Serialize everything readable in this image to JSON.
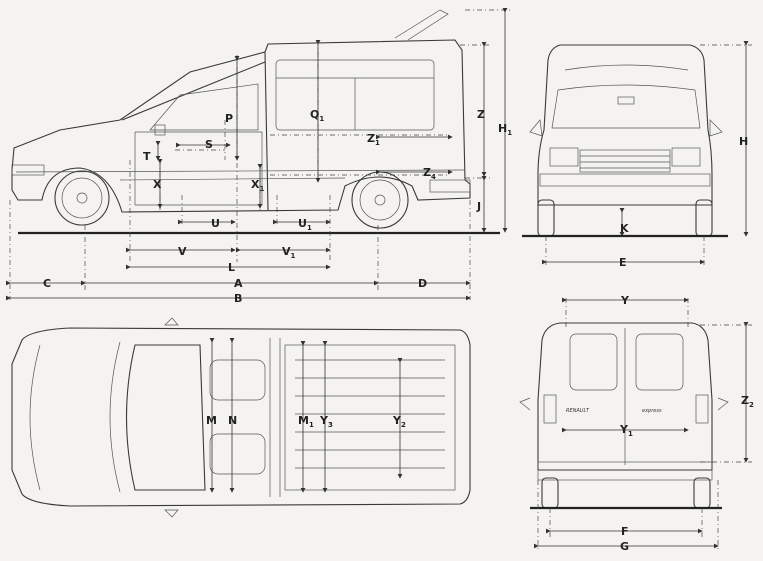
{
  "labels": {
    "A": "A",
    "B": "B",
    "C": "C",
    "D": "D",
    "E": "E",
    "F": "F",
    "G": "G",
    "H": "H",
    "H1": "H",
    "H1_sub": "1",
    "J": "J",
    "K": "K",
    "L": "L",
    "M": "M",
    "M1": "M",
    "M1_sub": "1",
    "N": "N",
    "P": "P",
    "Q1": "Q",
    "Q1_sub": "1",
    "S": "S",
    "T": "T",
    "U": "U",
    "U1": "U",
    "U1_sub": "1",
    "V": "V",
    "V1": "V",
    "V1_sub": "1",
    "X": "X",
    "X1": "X",
    "X1_sub": "1",
    "Y": "Y",
    "Y1": "Y",
    "Y1_sub": "1",
    "Y2": "Y",
    "Y2_sub": "2",
    "Y3": "Y",
    "Y3_sub": "3",
    "Z": "Z",
    "Z1": "Z",
    "Z1_sub": "1",
    "Z2": "Z",
    "Z2_sub": "2",
    "Z4": "Z",
    "Z4_sub": "4"
  },
  "rear_badges": {
    "brand": "RENAULT",
    "model": "express"
  }
}
